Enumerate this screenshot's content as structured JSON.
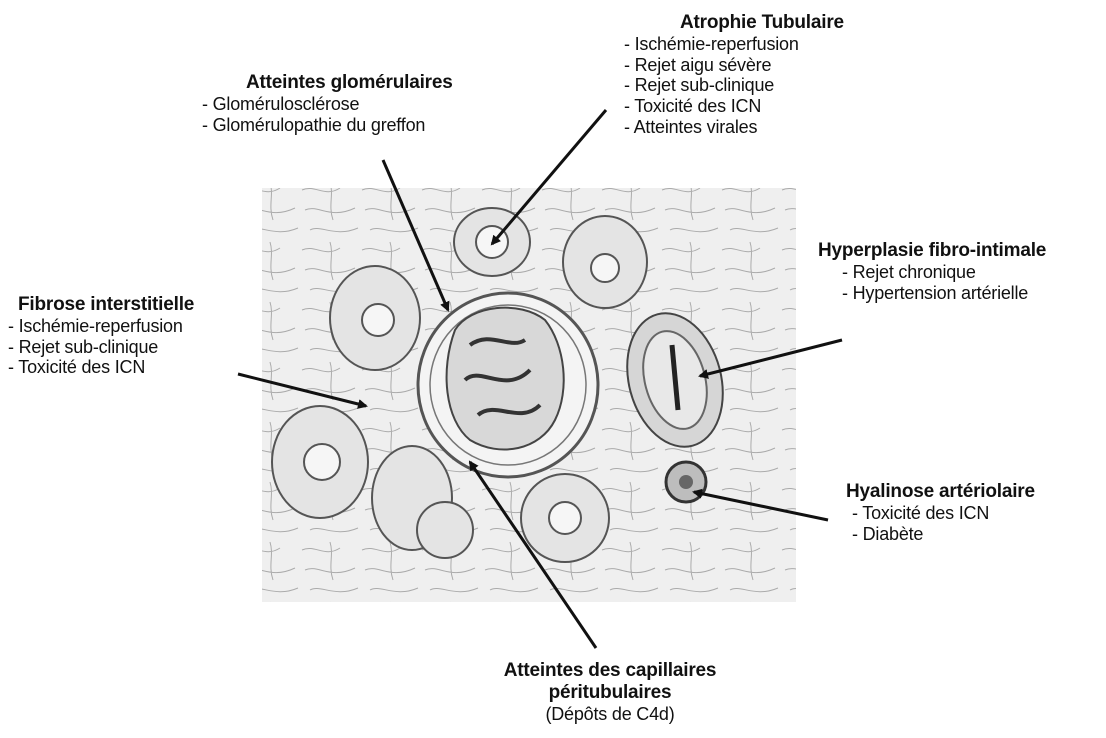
{
  "labels": {
    "atrophie": {
      "title": "Atrophie Tubulaire",
      "items": [
        "- Ischémie-reperfusion",
        "- Rejet aigu sévère",
        "- Rejet sub-clinique",
        "- Toxicité des ICN",
        "- Atteintes virales"
      ]
    },
    "glomerulaires": {
      "title": "Atteintes glomérulaires",
      "items": [
        "- Glomérulosclérose",
        "- Glomérulopathie du greffon"
      ]
    },
    "fibrose": {
      "title": "Fibrose interstitielle",
      "items": [
        "- Ischémie-reperfusion",
        "- Rejet sub-clinique",
        "- Toxicité des ICN"
      ]
    },
    "hyperplasie": {
      "title": "Hyperplasie fibro-intimale",
      "items": [
        "- Rejet chronique",
        "- Hypertension artérielle"
      ]
    },
    "hyalinose": {
      "title": "Hyalinose artériolaire",
      "items": [
        "- Toxicité des ICN",
        "- Diabète"
      ]
    },
    "capillaires": {
      "title_line1": "Atteintes des capillaires",
      "title_line2": "péritubulaires",
      "subtitle": "(Dépôts de C4d)"
    }
  },
  "colors": {
    "text": "#111111",
    "arrow": "#111111",
    "tissue_bg": "#efefef",
    "sketch": "#555555"
  }
}
